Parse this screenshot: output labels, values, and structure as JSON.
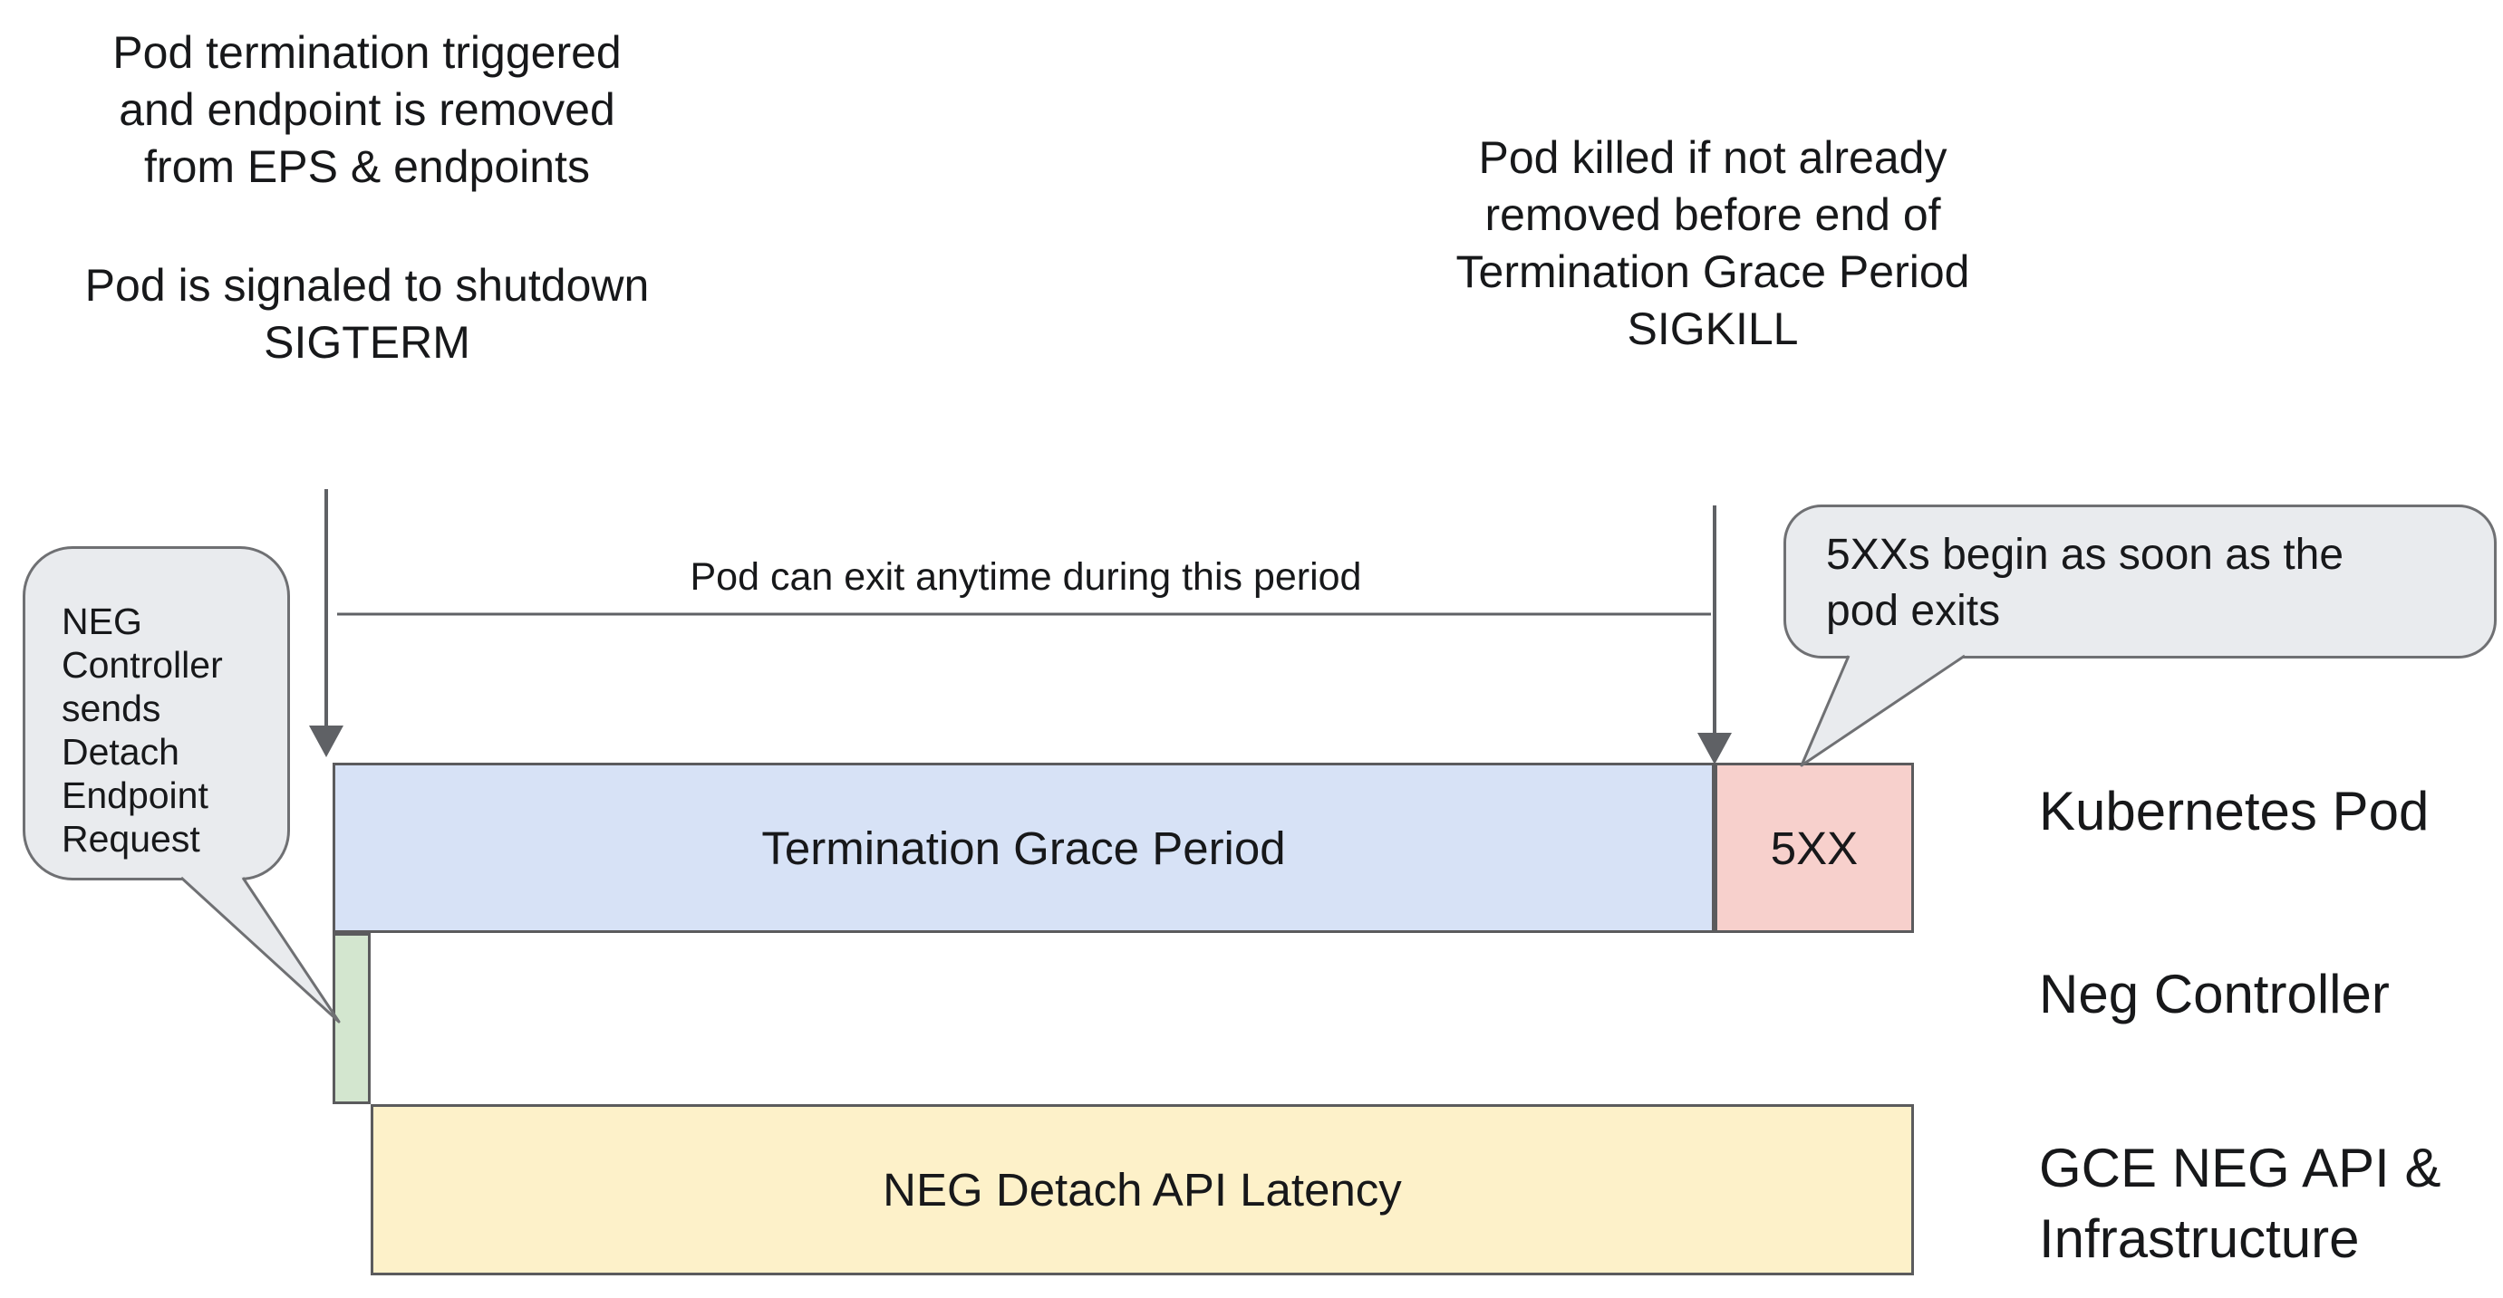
{
  "colors": {
    "bar_blue": "#d7e2f6",
    "bar_red": "#f7d0cc",
    "bar_green": "#d3e6cf",
    "bar_yellow": "#fdf1c9",
    "callout_fill": "#e9ebee",
    "callout_border": "#6f7073",
    "bar_border": "#5b5b5d",
    "line": "#5f6165",
    "text": "#17181a"
  },
  "annotations": {
    "pod_termination": "Pod termination triggered\nand endpoint is removed\nfrom EPS & endpoints",
    "pod_shutdown": "Pod is signaled to shutdown\nSIGTERM",
    "pod_killed": "Pod killed if not already\nremoved before end of\nTermination Grace Period\nSIGKILL",
    "pod_can_exit": "Pod can exit anytime during this period"
  },
  "callouts": {
    "neg_controller": "NEG\nController\nsends\nDetach\nEndpoint\nRequest",
    "five_xx_begin": "5XXs begin as soon as the\npod exits"
  },
  "timeline_bars": {
    "termination_grace_period": "Termination Grace Period",
    "five_xx": "5XX",
    "neg_detach_api_latency": "NEG Detach API Latency"
  },
  "lanes": {
    "kubernetes_pod": "Kubernetes Pod",
    "neg_controller": "Neg Controller",
    "gce_neg_api": "GCE NEG API &\nInfrastructure"
  }
}
